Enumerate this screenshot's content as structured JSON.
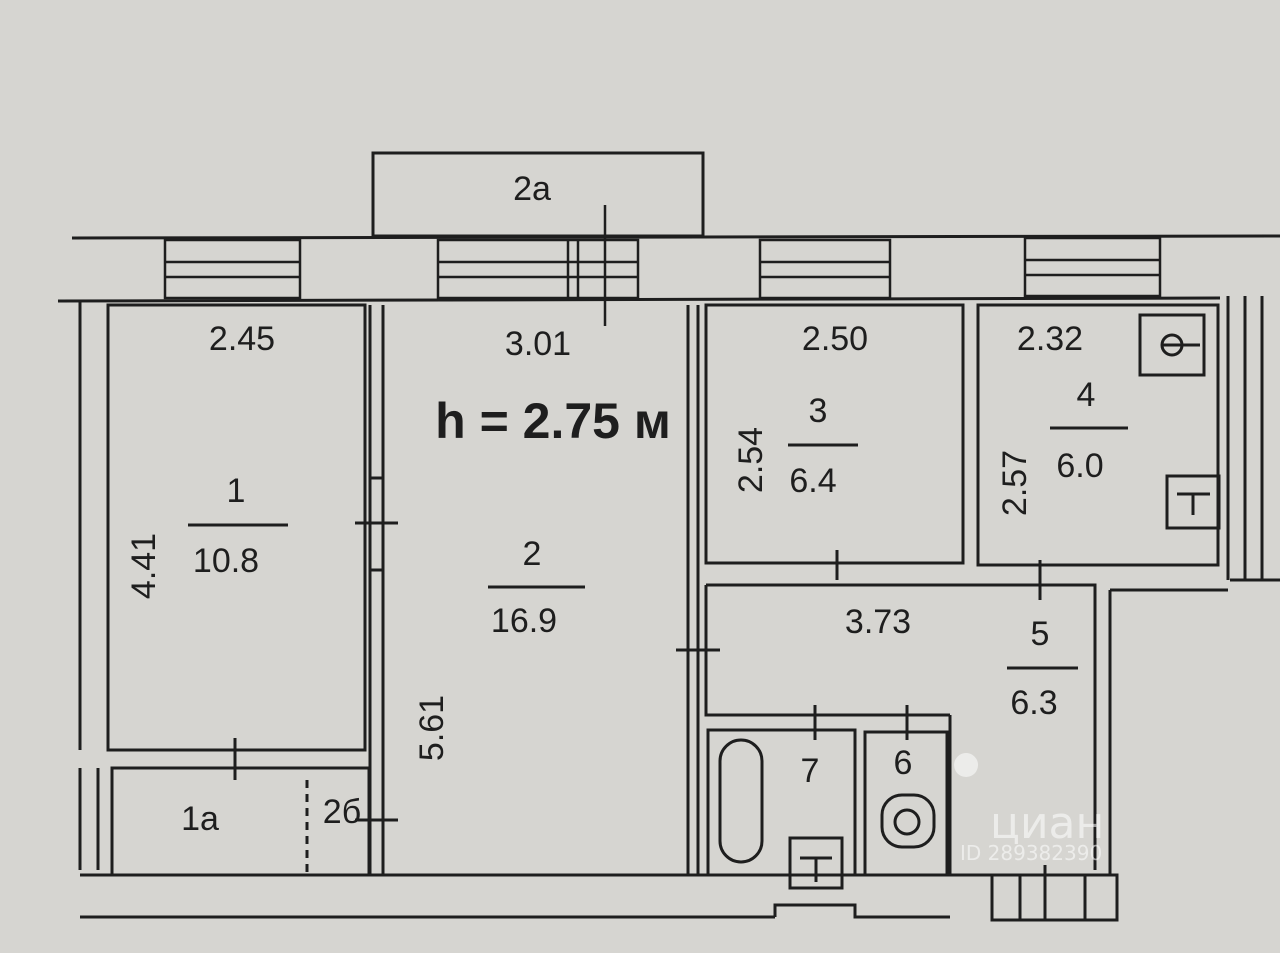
{
  "ceiling_height": "h = 2.75 м",
  "balcony": {
    "label": "2а"
  },
  "rooms": [
    {
      "id": "1",
      "number": "1",
      "area": "10.8",
      "width": "2.45",
      "length": "4.41"
    },
    {
      "id": "2",
      "number": "2",
      "area": "16.9",
      "width": "3.01",
      "length": "5.61"
    },
    {
      "id": "3",
      "number": "3",
      "area": "6.4",
      "width": "2.50",
      "length": "2.54"
    },
    {
      "id": "4",
      "number": "4",
      "area": "6.0",
      "width": "2.32",
      "length": "2.57"
    },
    {
      "id": "5",
      "number": "5",
      "area": "6.3",
      "width": "3.73"
    },
    {
      "id": "6",
      "number": "6"
    },
    {
      "id": "7",
      "number": "7"
    }
  ],
  "closets": [
    {
      "label": "1а"
    },
    {
      "label": "2б"
    }
  ],
  "watermark": {
    "brand": "циан",
    "id_text": "ID 289382390"
  },
  "colors": {
    "paper": "#d6d5d1",
    "ink": "#1e1e1e",
    "wall_fill": "#d6d5d1"
  }
}
